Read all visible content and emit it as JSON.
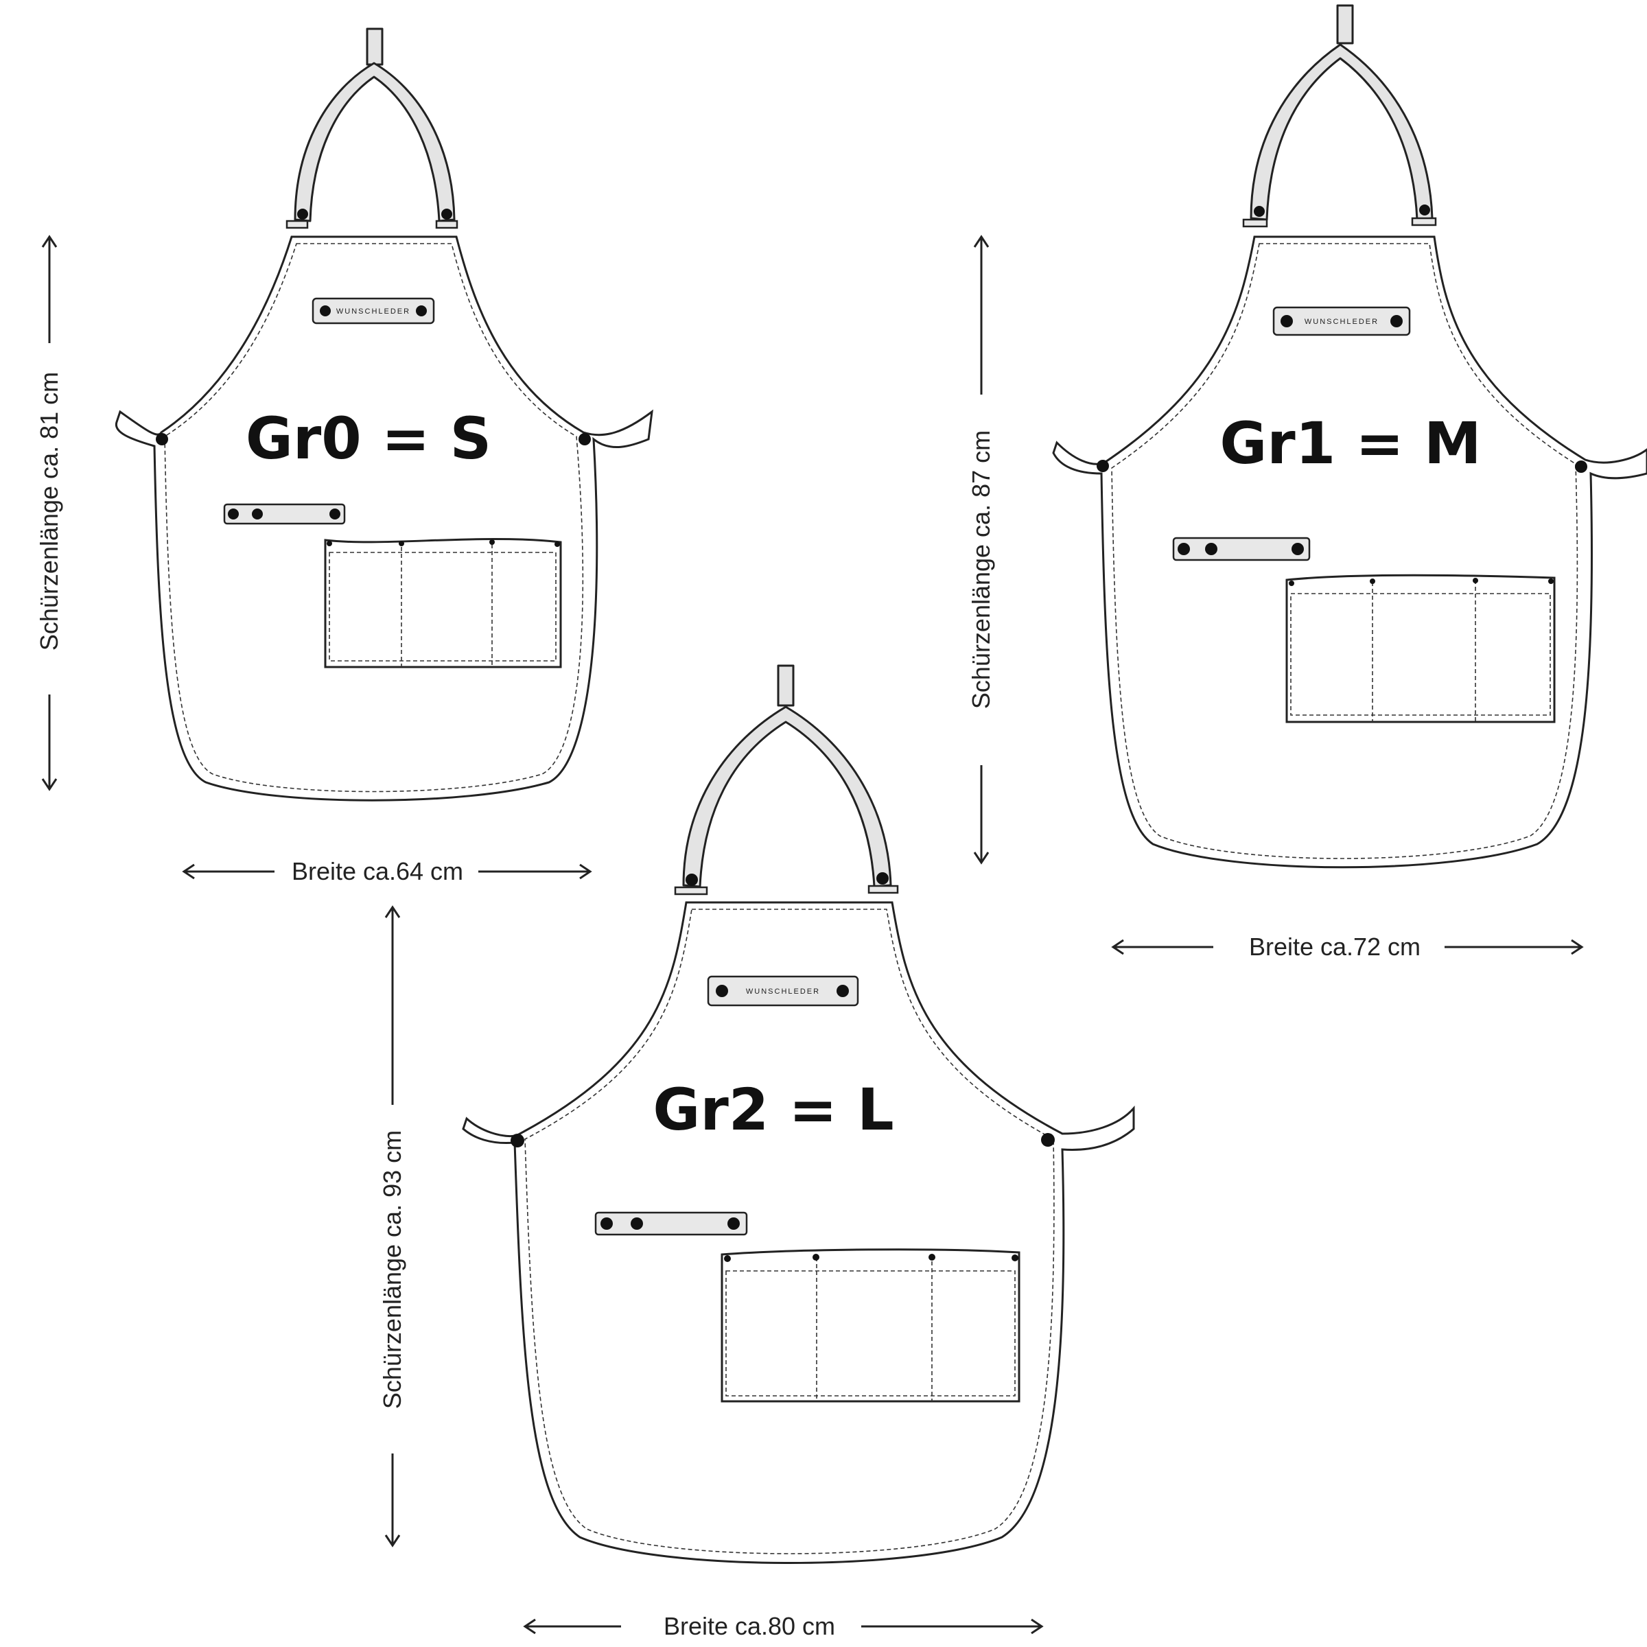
{
  "brand_text": "WUNSCHLEDER",
  "aprons": [
    {
      "size_label": "Gr0 = S",
      "length_label": "Schürzenlänge ca. 81 cm",
      "width_label": "Breite ca.64 cm"
    },
    {
      "size_label": "Gr1 = M",
      "length_label": "Schürzenlänge ca. 87 cm",
      "width_label": "Breite ca.72 cm"
    },
    {
      "size_label": "Gr2 = L",
      "length_label": "Schürzenlänge ca. 93 cm",
      "width_label": "Breite ca.80 cm"
    }
  ]
}
